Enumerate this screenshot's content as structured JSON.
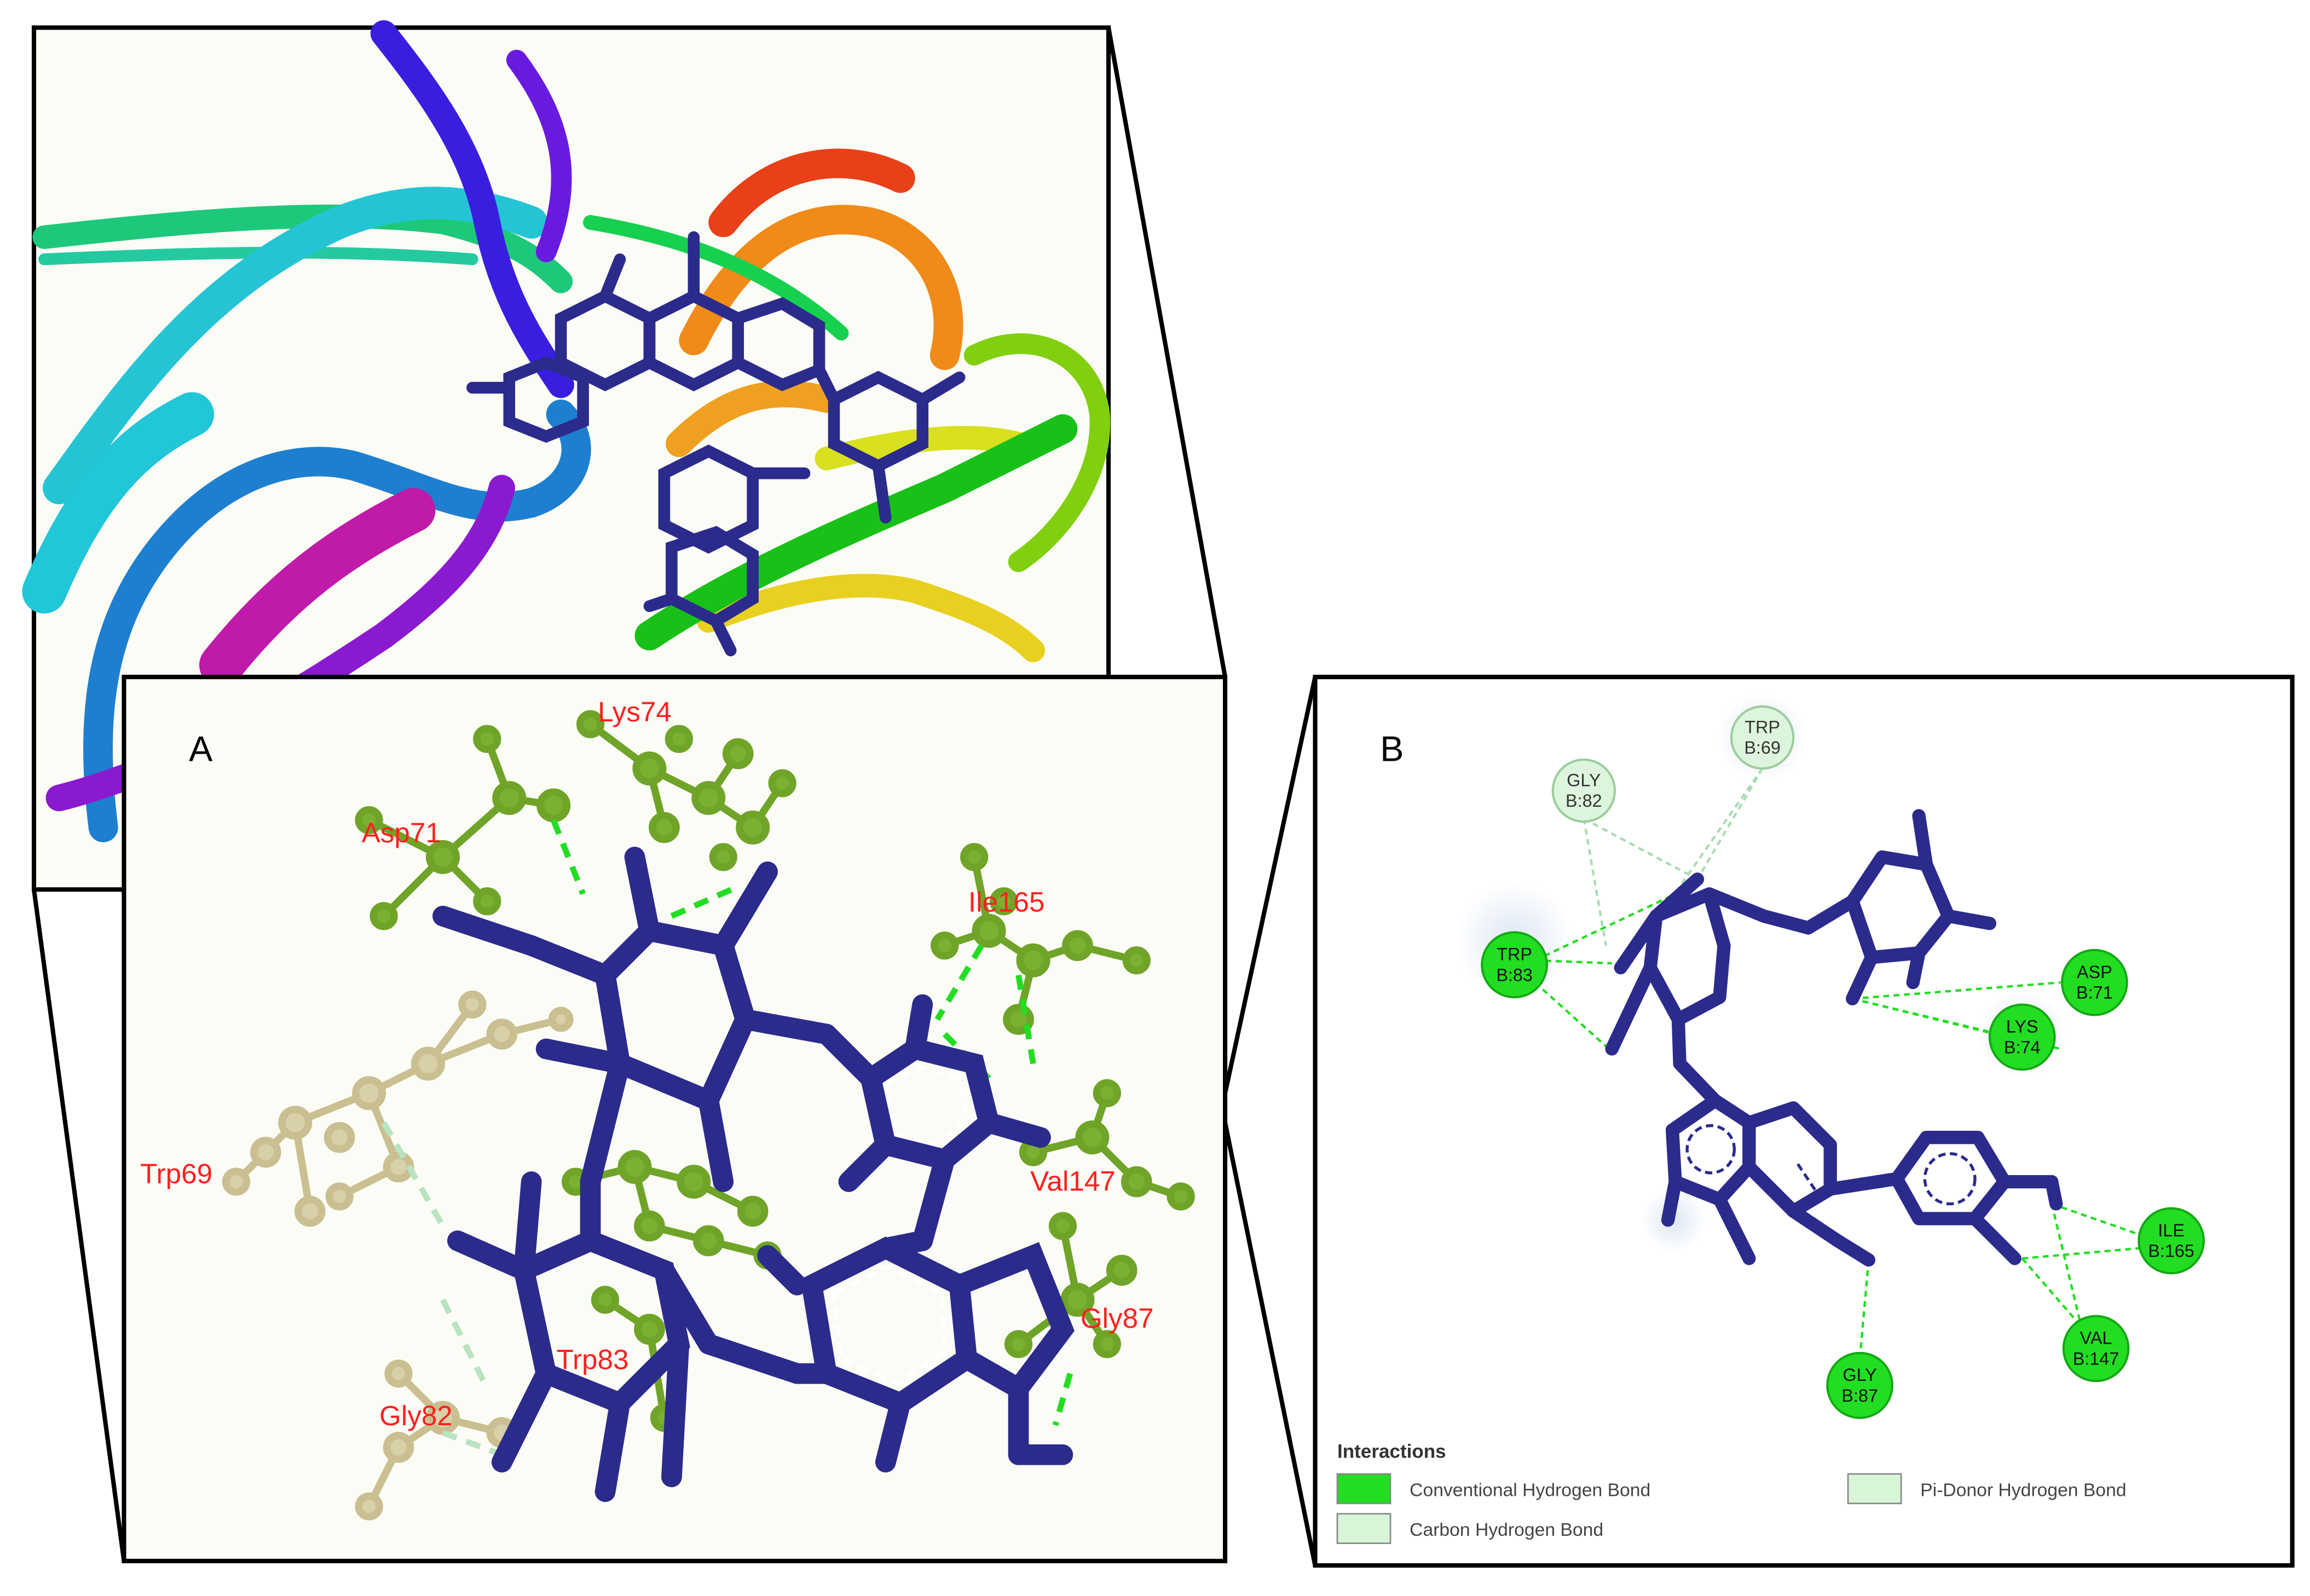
{
  "panel_a": {
    "letter": "A",
    "residues": [
      {
        "label": "Lys74"
      },
      {
        "label": "Asp71"
      },
      {
        "label": "Ile165"
      },
      {
        "label": "Trp69"
      },
      {
        "label": "Val147"
      },
      {
        "label": "Gly87"
      },
      {
        "label": "Trp83"
      },
      {
        "label": "Gly82"
      }
    ]
  },
  "panel_b": {
    "letter": "B",
    "residues": [
      {
        "name": "GLY",
        "id": "B:82",
        "type": "carbon"
      },
      {
        "name": "TRP",
        "id": "B:69",
        "type": "pi-donor"
      },
      {
        "name": "TRP",
        "id": "B:83",
        "type": "conventional"
      },
      {
        "name": "ASP",
        "id": "B:71",
        "type": "conventional"
      },
      {
        "name": "LYS",
        "id": "B:74",
        "type": "conventional"
      },
      {
        "name": "ILE",
        "id": "B:165",
        "type": "conventional"
      },
      {
        "name": "VAL",
        "id": "B:147",
        "type": "conventional"
      },
      {
        "name": "GLY",
        "id": "B:87",
        "type": "conventional"
      }
    ]
  },
  "legend": {
    "title": "Interactions",
    "items": [
      {
        "label": "Conventional Hydrogen Bond",
        "color": "#22dd22"
      },
      {
        "label": "Carbon Hydrogen Bond",
        "color": "#d8f5d8"
      },
      {
        "label": "Pi-Donor Hydrogen Bond",
        "color": "#d8f5d8"
      }
    ]
  },
  "colors": {
    "ligand": "#2b2b8c",
    "residue_green": "#6fa428",
    "residue_beige": "#d8d0a8",
    "label_red": "#ff2020",
    "hbond_green": "#22dd22",
    "light_green": "#d8f5d8"
  }
}
